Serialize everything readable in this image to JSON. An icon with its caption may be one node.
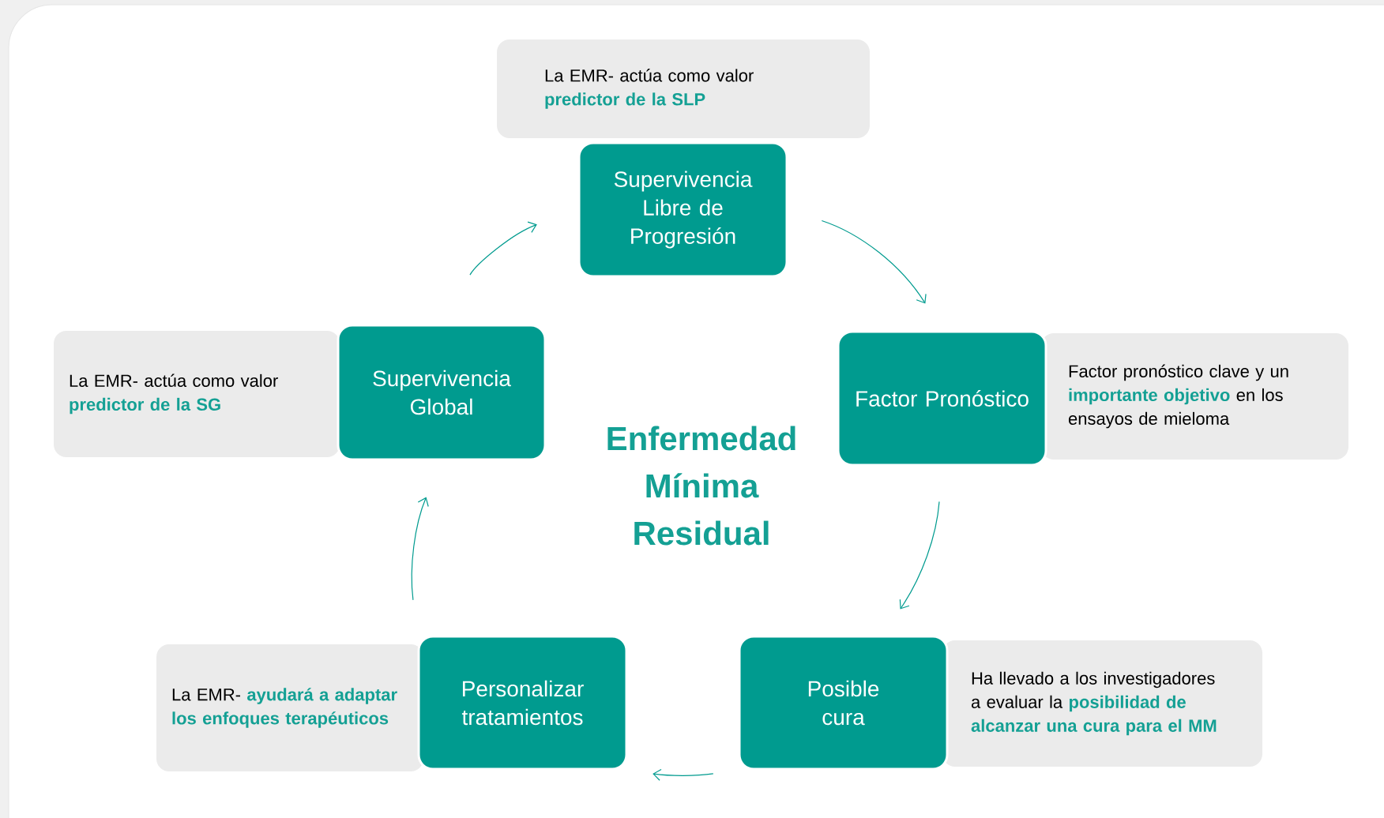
{
  "diagram": {
    "nodes": [
      {
        "text": [
          "La EMR- actúa como valor **predictor de la SLP**"
        ]
      },
      {
        "text": [
          "Supervivencia Libre de Progresión"
        ]
      },
      {
        "text": [
          "La EMR- actúa como valor **predictor de la SG**"
        ]
      },
      {
        "text": [
          "Supervivencia Global"
        ]
      },
      {
        "text": [
          "Factor Pronóstico"
        ]
      },
      {
        "text": [
          "Factor pronóstico clave y un **importante objetivo** en los ensayos de mieloma"
        ]
      },
      {
        "text": [
          "La EMR- **ayudará a adaptar los enfoques terapéuticos**"
        ]
      },
      {
        "text": [
          "Personalizar tratamientos"
        ]
      },
      {
        "text": [
          "Posible cura"
        ]
      },
      {
        "text": [
          "Ha llevado a los investigadores a evaluar la **posibilidad de alcanzar una cura para el MM**"
        ]
      }
    ],
    "edges": [
      {
        "from": 3,
        "to": 1,
        "arrow": "to"
      },
      {
        "from": 1,
        "to": 4,
        "arrow": "to"
      },
      {
        "from": 4,
        "to": 8,
        "arrow": "to"
      },
      {
        "from": 8,
        "to": 7,
        "arrow": "to"
      },
      {
        "from": 7,
        "to": 3,
        "arrow": "to"
      }
    ],
    "labels": [
      "Enfermedad Mínima Residual"
    ]
  }
}
